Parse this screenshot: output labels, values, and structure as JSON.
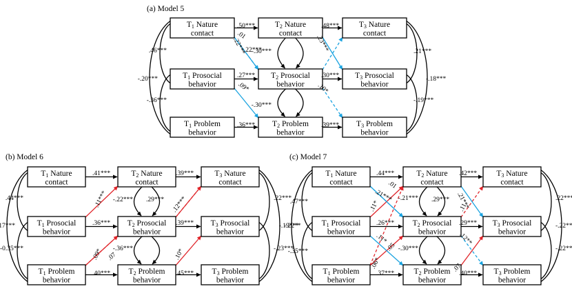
{
  "colors": {
    "black": "#000000",
    "blue": "#1aa3e0",
    "red": "#e0252a"
  },
  "panels": [
    {
      "title": "(a) Model 5",
      "nodes": [
        {
          "id": "n11",
          "l1": "T1 Nature",
          "l2": "contact"
        },
        {
          "id": "n12",
          "l1": "T2 Nature",
          "l2": "contact"
        },
        {
          "id": "n13",
          "l1": "T3 Nature",
          "l2": "contact"
        },
        {
          "id": "n21",
          "l1": "T1 Prosocial",
          "l2": "behavior"
        },
        {
          "id": "n22",
          "l1": "T2 Prosocial",
          "l2": "behavior"
        },
        {
          "id": "n23",
          "l1": "T3 Prosocial",
          "l2": "behavior"
        },
        {
          "id": "n31",
          "l1": "T1 Problem",
          "l2": "behavior"
        },
        {
          "id": "n32",
          "l1": "T2 Problem",
          "l2": "behavior"
        },
        {
          "id": "n33",
          "l1": "T3 Problem",
          "l2": "behavior"
        }
      ],
      "edges": [
        {
          "label": ".50***"
        },
        {
          "label": ".48***"
        },
        {
          "label": ".27***"
        },
        {
          "label": ".30***"
        },
        {
          "label": ".36***"
        },
        {
          "label": ".39***"
        },
        {
          "label": ".01"
        },
        {
          "label": ".22***"
        },
        {
          "label": "-.22***"
        },
        {
          "label": ".23***"
        },
        {
          "label": ".09*"
        },
        {
          "label": ".10*"
        },
        {
          "label": "-.30***"
        },
        {
          "label": "-.30***"
        },
        {
          "label": ".46***"
        },
        {
          "label": "-.36***"
        },
        {
          "label": "-.20***"
        },
        {
          "label": ".21***"
        },
        {
          "label": "-.19***"
        },
        {
          "label": "-.18***"
        }
      ]
    },
    {
      "title": "(b) Model 6",
      "nodes": [
        {
          "id": "n11",
          "l1": "T1 Nature",
          "l2": "contact"
        },
        {
          "id": "n12",
          "l1": "T2 Nature",
          "l2": "contact"
        },
        {
          "id": "n13",
          "l1": "T3 Nature",
          "l2": "contact"
        },
        {
          "id": "n21",
          "l1": "T1 Prosocial",
          "l2": "behavior"
        },
        {
          "id": "n22",
          "l1": "T2 Prosocial",
          "l2": "behavior"
        },
        {
          "id": "n23",
          "l1": "T3 Prosocial",
          "l2": "behavior"
        },
        {
          "id": "n31",
          "l1": "T1 Problem",
          "l2": "behavior"
        },
        {
          "id": "n32",
          "l1": "T2 Problem",
          "l2": "behavior"
        },
        {
          "id": "n33",
          "l1": "T3 Problem",
          "l2": "behavior"
        }
      ],
      "edges": [
        {
          "label": ".41***"
        },
        {
          "label": ".39***"
        },
        {
          "label": ".36***"
        },
        {
          "label": ".39***"
        },
        {
          "label": ".40***"
        },
        {
          "label": ".45***"
        },
        {
          "label": ".11***"
        },
        {
          "label": ".12***"
        },
        {
          "label": ".09*"
        },
        {
          "label": ".07"
        },
        {
          "label": ".10*"
        },
        {
          "label": "-.22***"
        },
        {
          "label": ".29***"
        },
        {
          "label": "-.36***"
        },
        {
          "label": ".44***"
        },
        {
          "label": "-0.35***"
        },
        {
          "label": "-.17***"
        },
        {
          "label": ".22***"
        },
        {
          "label": "-.23***"
        },
        {
          "label": "-.22**"
        }
      ]
    },
    {
      "title": "(c) Model 7",
      "nodes": [
        {
          "id": "n11",
          "l1": "T1 Nature",
          "l2": "contact"
        },
        {
          "id": "n12",
          "l1": "T2 Nature",
          "l2": "contact"
        },
        {
          "id": "n13",
          "l1": "T3 Nature",
          "l2": "contact"
        },
        {
          "id": "n21",
          "l1": "T1 Prosocial",
          "l2": "behavior"
        },
        {
          "id": "n22",
          "l1": "T2 Prosocial",
          "l2": "behavior"
        },
        {
          "id": "n23",
          "l1": "T3 Prosocial",
          "l2": "behavior"
        },
        {
          "id": "n31",
          "l1": "T1 Problem",
          "l2": "behavior"
        },
        {
          "id": "n32",
          "l1": "T2 Problem",
          "l2": "behavior"
        },
        {
          "id": "n33",
          "l1": "T3 Problem",
          "l2": "behavior"
        }
      ],
      "edges": [
        {
          "label": ".44***"
        },
        {
          "label": ".42***"
        },
        {
          "label": ".26***"
        },
        {
          "label": ".29***"
        },
        {
          "label": ".37***"
        },
        {
          "label": ".40***"
        },
        {
          "label": ".01"
        },
        {
          "label": ".21***"
        },
        {
          "label": ".11*"
        },
        {
          "label": ".11*"
        },
        {
          "label": ".05"
        },
        {
          "label": ".06*"
        },
        {
          "label": ".21***"
        },
        {
          "label": ".12**"
        },
        {
          "label": ".11"
        },
        {
          "label": ".07"
        },
        {
          "label": "-.21***"
        },
        {
          "label": ".29***"
        },
        {
          "label": "-.30***"
        },
        {
          "label": ".47***"
        },
        {
          "label": "-.35***"
        },
        {
          "label": "-.19***"
        },
        {
          "label": ".22***"
        },
        {
          "label": "-.22***"
        },
        {
          "label": "-.22***"
        }
      ]
    }
  ]
}
